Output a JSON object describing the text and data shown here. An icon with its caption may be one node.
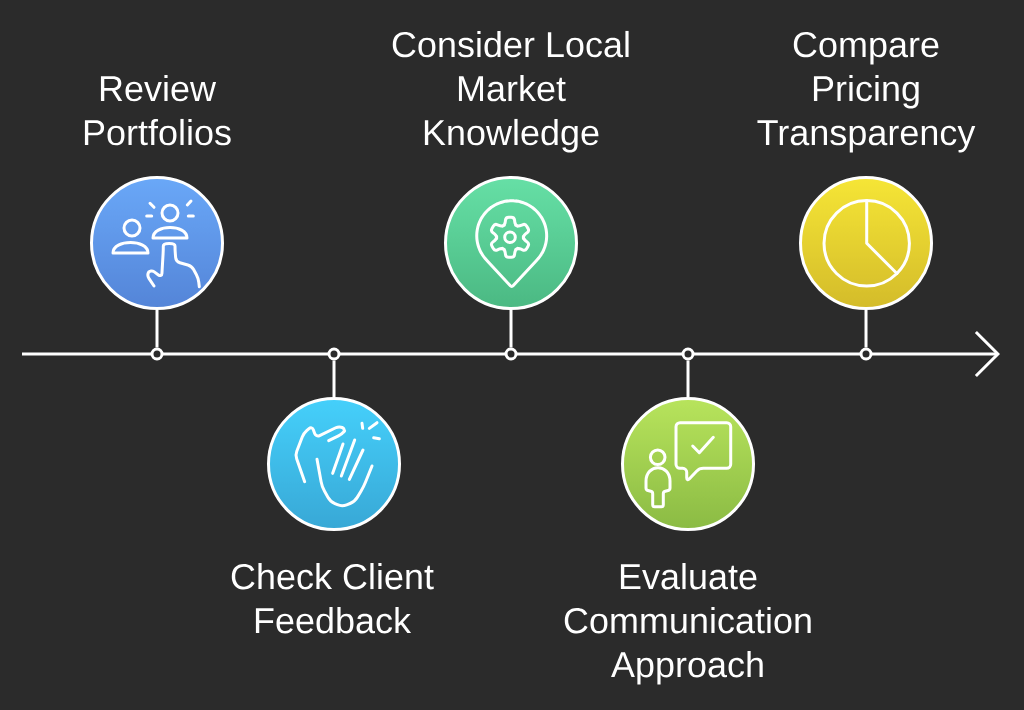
{
  "diagram": {
    "nodes": [
      {
        "text": [
          "Review Portfolios"
        ]
      },
      {
        "text": [
          "Check Client Feedback"
        ]
      },
      {
        "text": [
          "Consider Local Market Knowledge"
        ]
      },
      {
        "text": [
          "Evaluate Communication Approach"
        ]
      },
      {
        "text": [
          "Compare Pricing Transparency"
        ]
      },
      {
        "text": [],
        "shape": "circle"
      },
      {
        "text": [],
        "shape": "circle"
      },
      {
        "text": [],
        "shape": "circle"
      },
      {
        "text": [],
        "shape": "circle"
      },
      {
        "text": [],
        "shape": "circle"
      }
    ],
    "edges": [
      {
        "from": 0,
        "to": 5,
        "arrow": "none"
      },
      {
        "from": 1,
        "to": 6,
        "arrow": "none"
      },
      {
        "from": 2,
        "to": 7,
        "arrow": "none"
      },
      {
        "from": 3,
        "to": 8,
        "arrow": "none"
      },
      {
        "from": 4,
        "to": 9,
        "arrow": "none"
      }
    ]
  }
}
